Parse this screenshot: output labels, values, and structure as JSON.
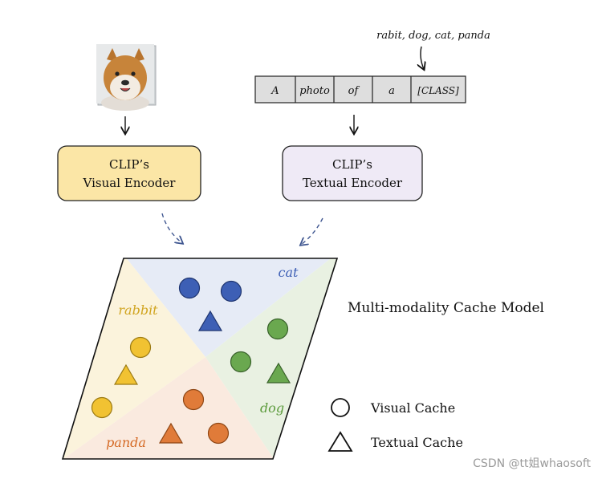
{
  "class_list": "rabit, dog, cat, panda",
  "prompt_tokens": [
    "A",
    "photo",
    "of",
    "a",
    "[CLASS]"
  ],
  "visual_encoder": {
    "line1": "CLIP’s",
    "line2": "Visual Encoder",
    "fill": "#fbe6a6"
  },
  "textual_encoder": {
    "line1": "CLIP’s",
    "line2": "Textual Encoder",
    "fill": "#efeaf6"
  },
  "cache_title": "Multi-modality Cache Model",
  "regions": {
    "cat": {
      "label": "cat",
      "color": "#3d5fb5",
      "fill": "#e6ebf6"
    },
    "rabbit": {
      "label": "rabbit",
      "color": "#d1a521",
      "fill": "#fbf3dc"
    },
    "dog": {
      "label": "dog",
      "color": "#5a9a3a",
      "fill": "#e9f1e2"
    },
    "panda": {
      "label": "panda",
      "color": "#d56a25",
      "fill": "#faeadf"
    }
  },
  "legend": {
    "visual": "Visual Cache",
    "textual": "Textual Cache"
  },
  "watermark": "CSDN @tt姐whaosoft"
}
